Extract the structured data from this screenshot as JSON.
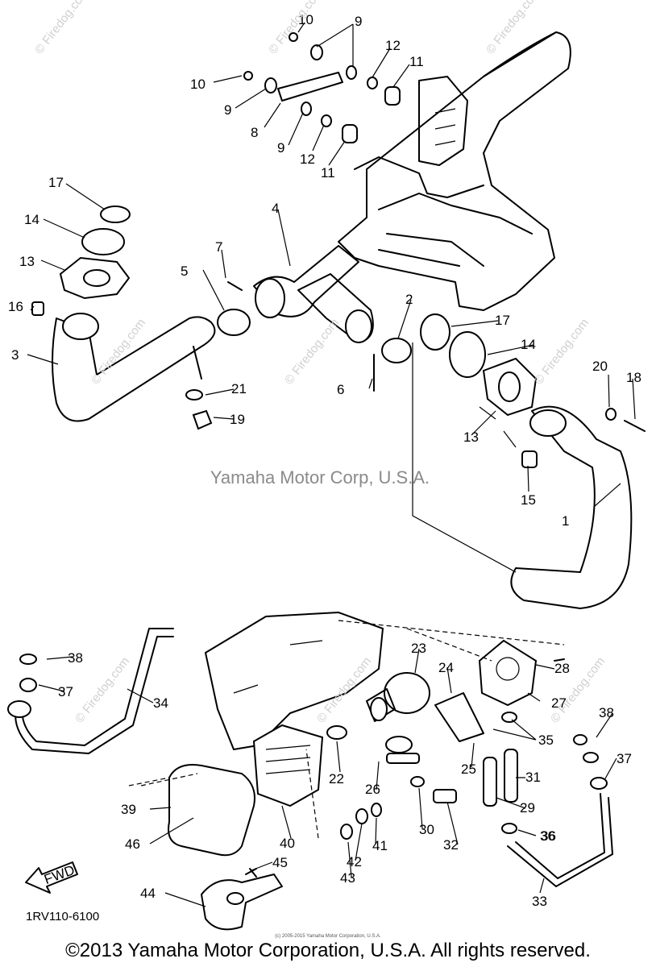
{
  "watermark": "© Firedog.com",
  "credit_center": "Yamaha Motor Corp, U.S.A.",
  "code_label": "1RV110-6100",
  "tiny_copyright": "(c) 2005-2015 Yamaha Motor Corporation, U.S.A.",
  "footer": "©2013 Yamaha Motor Corporation, U.S.A. All rights reserved.",
  "fwd_label": "FWD",
  "callouts": [
    "10",
    "9",
    "10",
    "9",
    "8",
    "9",
    "12",
    "11",
    "12",
    "11",
    "17",
    "14",
    "13",
    "16",
    "3",
    "4",
    "7",
    "5",
    "2",
    "17",
    "14",
    "13",
    "6",
    "21",
    "19",
    "20",
    "18",
    "15",
    "1",
    "38",
    "37",
    "34",
    "23",
    "24",
    "28",
    "27",
    "35",
    "38",
    "37",
    "22",
    "26",
    "25",
    "31",
    "29",
    "36",
    "39",
    "46",
    "40",
    "43",
    "42",
    "41",
    "30",
    "32",
    "36",
    "33",
    "45",
    "44"
  ]
}
